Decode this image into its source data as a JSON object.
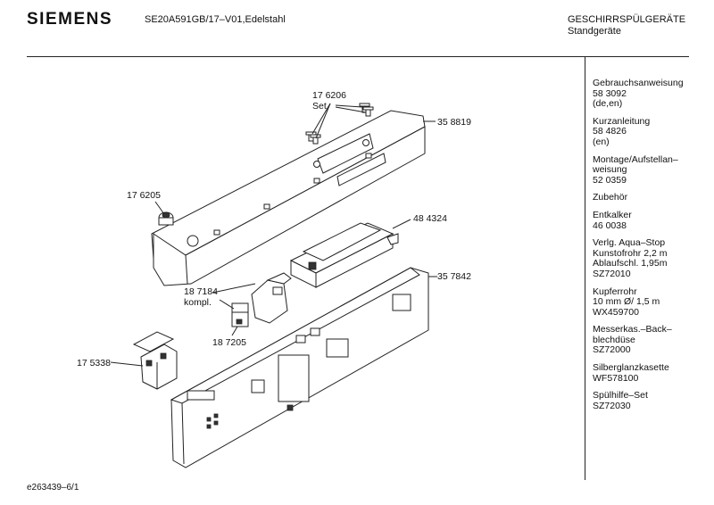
{
  "header": {
    "brand": "SIEMENS",
    "model": "SE20A591GB/17–V01,Edelstahl",
    "category_line1": "GESCHIRRSPÜLGERÄTE",
    "category_line2": "Standgeräte"
  },
  "sidebar": {
    "groups": [
      [
        "Gebrauchsanweisung",
        "58 3092",
        "(de,en)"
      ],
      [
        "Kurzanleitung",
        "58 4826",
        "(en)"
      ],
      [
        "Montage/Aufstellan–",
        "weisung",
        "52 0359"
      ],
      [
        "Zubehör"
      ],
      [
        "Entkalker",
        "46 0038"
      ],
      [
        "Verlg. Aqua–Stop",
        "Kunstofrohr 2,2 m",
        "Ablaufschl. 1,95m",
        "SZ72010"
      ],
      [
        "Kupferrohr",
        "10 mm Ø/ 1,5 m",
        "WX459700"
      ],
      [
        "Messerkas.–Back–",
        "blechdüse",
        "SZ72000"
      ],
      [
        "Silberglanzkasette",
        "WF578100"
      ],
      [
        "Spülhilfe–Set",
        "SZ72030"
      ]
    ]
  },
  "parts": {
    "p176206": "17 6206",
    "set": "Set",
    "p358819": "35 8819",
    "p176205": "17 6205",
    "p484324": "48 4324",
    "p187184": "18 7184",
    "kompl": "kompl.",
    "p357842": "35 7842",
    "p187205": "18 7205",
    "p175338": "17 5338"
  },
  "footer": {
    "doc_id": "e263439–6/1"
  }
}
